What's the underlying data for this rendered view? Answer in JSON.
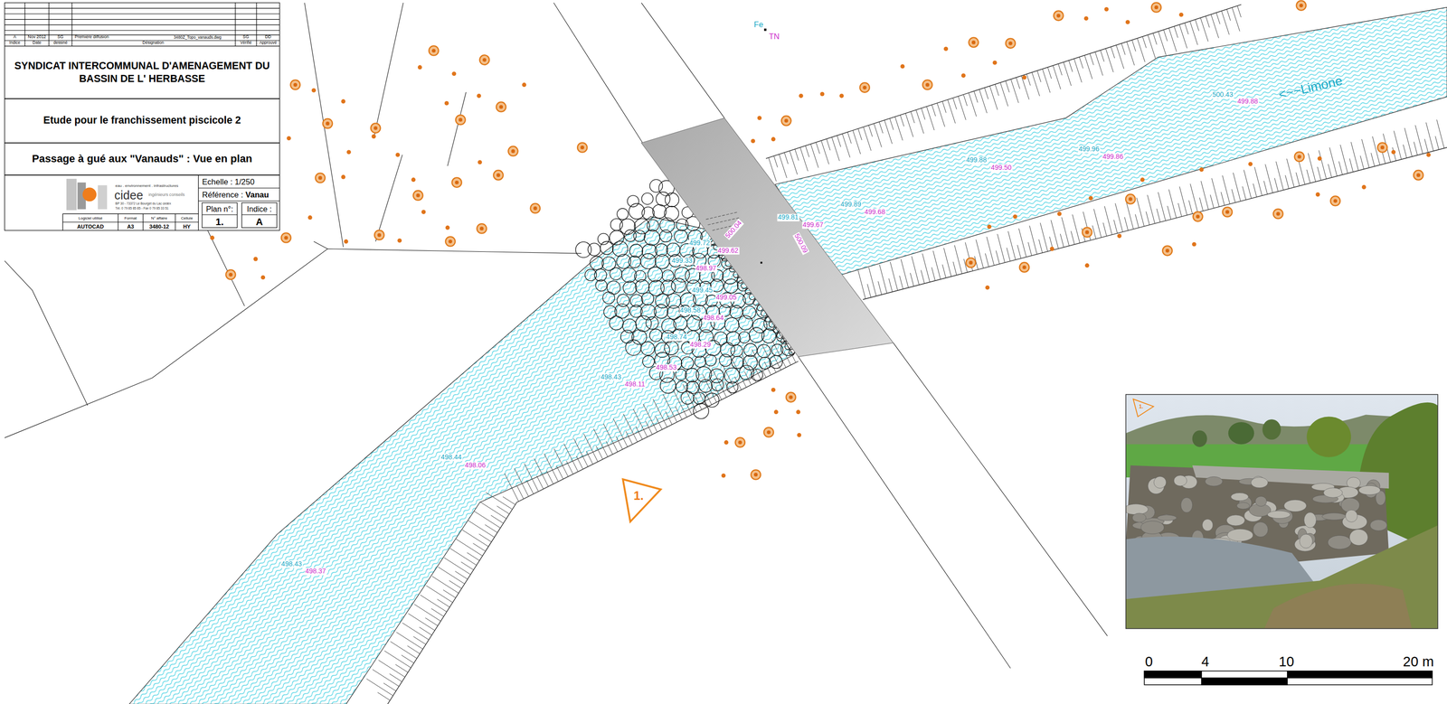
{
  "diagram": {
    "title": "Passage à gué aux \"Vanauds\" : Vue en plan",
    "nodes": [
      {
        "text": [
          "SYNDICAT INTERCOMMUNAL D'AMENAGEMENT DU BASSIN DE L' HERBASSE"
        ]
      },
      {
        "text": [
          "Etude pour le franchissement piscicole 2"
        ]
      }
    ],
    "labels": [
      "A",
      "Nov 2012",
      "SG",
      "Première diffusion",
      "3480Z_Topo_vanauds.dwg",
      "SG",
      "DD",
      "Indice",
      "Date",
      "dessiné",
      "Désignation",
      "Vérifié",
      "Approuvé",
      "eau . environnement . infrastructures",
      "cidee",
      "ingénieurs conseils",
      "BP 30 - 73372 Le Bourget du Lac cedex",
      "Tél. 0 79 85 85 85 - Fax 0 79 85 33 51",
      "Logiciel utilisé",
      "Format",
      "N° affaire",
      "Cellule",
      "AUTOCAD",
      "A3",
      "3480-12",
      "HY",
      "Echelle : 1/250",
      "Référence :",
      "Vanau",
      "Plan n°:",
      "Indice :",
      "1.",
      "A",
      "Fe",
      "TN",
      "<~~Limone",
      "500.43",
      "499.88",
      "499.96",
      "499.86",
      "499.88",
      "499.50",
      "499.89",
      "499.68",
      "499.81",
      "499.67",
      "500.09",
      "500.04",
      "499.72",
      "499.62",
      "499.33",
      "498.97",
      "499.45",
      "499.05",
      "498.58",
      "498.64",
      "498.74",
      "498.29",
      "498.53",
      "498.43",
      "498.11",
      "498.44",
      "498.06",
      "498.43",
      "498.37",
      "1.",
      "1.",
      "0",
      "4",
      "10",
      "20 m"
    ]
  }
}
